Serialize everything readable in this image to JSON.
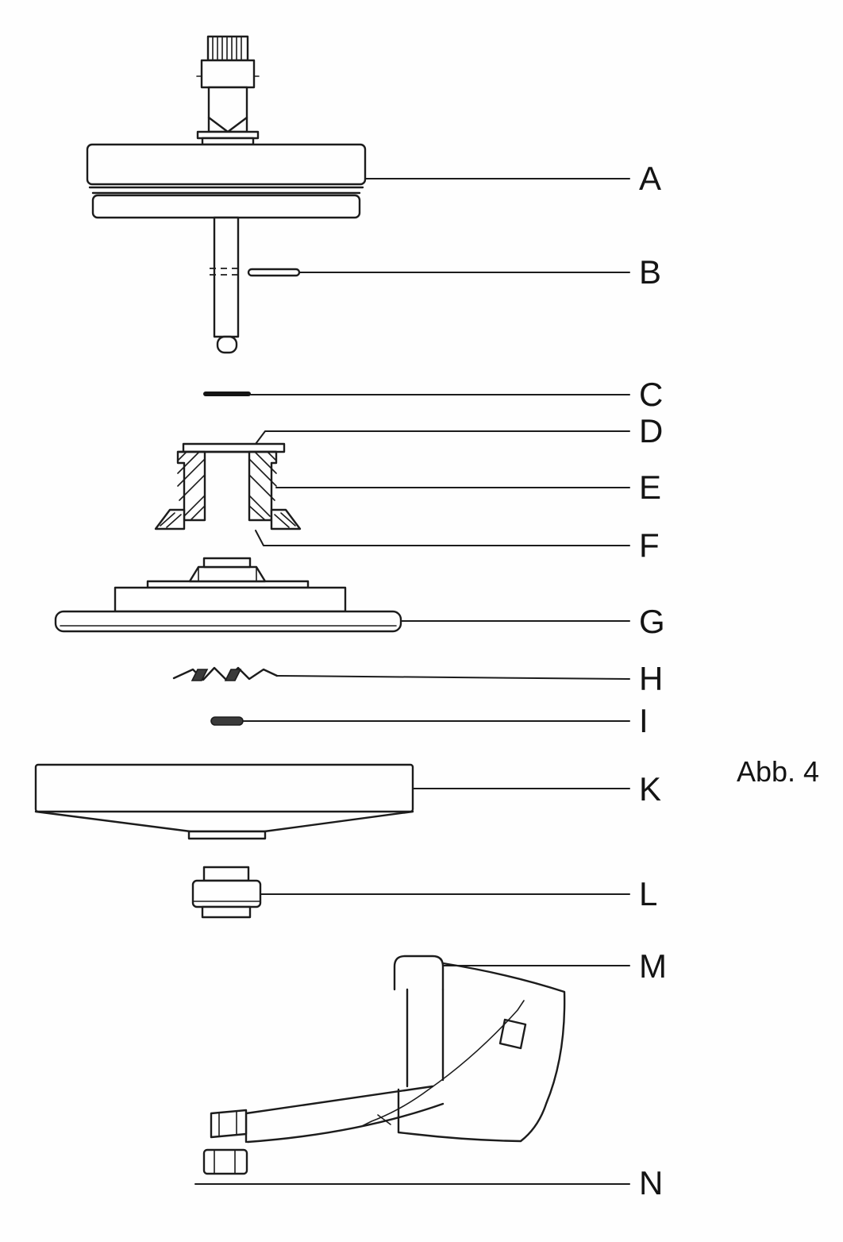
{
  "figure": {
    "caption": "Abb. 4",
    "labels": [
      {
        "text": "A"
      },
      {
        "text": "B"
      },
      {
        "text": "C"
      },
      {
        "text": "D"
      },
      {
        "text": "E"
      },
      {
        "text": "F"
      },
      {
        "text": "G"
      },
      {
        "text": "H"
      },
      {
        "text": "I"
      },
      {
        "text": "K"
      },
      {
        "text": "L"
      },
      {
        "text": "M"
      },
      {
        "text": "N"
      }
    ],
    "colors": {
      "ink": "#1c1c1c",
      "background": "#fefefe"
    }
  }
}
